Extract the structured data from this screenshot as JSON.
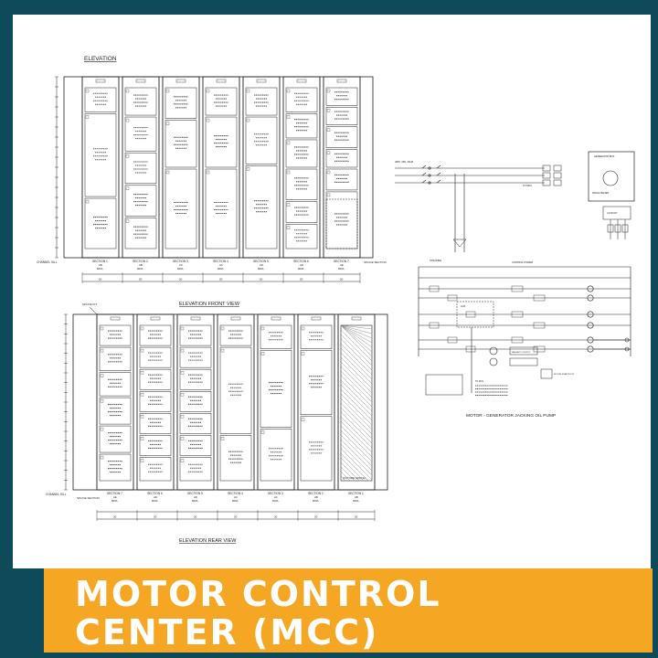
{
  "colors": {
    "frame": "#0d4a5a",
    "banner": "#f5a623",
    "banner_text": "#ffffff",
    "line": "#222222"
  },
  "banner": {
    "line1": "MOTOR CONTROL",
    "line2": "CENTER (MCC)"
  },
  "elevation_front": {
    "heading": "ELEVATION",
    "caption": "ELEVATION FRONT VIEW",
    "channel_sill": "CHANNEL SILL",
    "splice_label": "SPLICE SECTION",
    "sections": [
      {
        "label": "SECTION 1",
        "sub1": "AB",
        "sub2": "600A"
      },
      {
        "label": "SECTION 2",
        "sub1": "AB",
        "sub2": "600A"
      },
      {
        "label": "SECTION 3",
        "sub1": "AC",
        "sub2": "600A"
      },
      {
        "label": "SECTION 4",
        "sub1": "AC",
        "sub2": "600A"
      },
      {
        "label": "SECTION 5",
        "sub1": "AD",
        "sub2": "600A"
      },
      {
        "label": "SECTION 6",
        "sub1": "AD",
        "sub2": "600A"
      },
      {
        "label": "SECTION 7",
        "sub1": "AE",
        "sub2": "600A"
      }
    ],
    "dims": [
      "20",
      "20",
      "20",
      "20",
      "20",
      "20",
      "20"
    ]
  },
  "elevation_rear": {
    "caption": "ELEVATION REAR VIEW",
    "channel_sill": "CHANNEL SILL",
    "splice_label": "SPLICE SECTION",
    "top_note": "SPLICE KIT",
    "sections": [
      {
        "label": "SECTION 7",
        "sub1": "AE",
        "sub2": "600A"
      },
      {
        "label": "SECTION 6",
        "sub1": "AD",
        "sub2": "600A"
      },
      {
        "label": "SECTION 5",
        "sub1": "AD",
        "sub2": "600A"
      },
      {
        "label": "SECTION 4",
        "sub1": "AC",
        "sub2": "600A"
      },
      {
        "label": "SECTION 3",
        "sub1": "AC",
        "sub2": "600A"
      },
      {
        "label": "SECTION 2",
        "sub1": "AB",
        "sub2": "600A"
      },
      {
        "label": "SECTION 1",
        "sub1": "AB",
        "sub2": "600A"
      }
    ],
    "dims": [
      "20",
      "20",
      "20",
      "20",
      "20",
      "20",
      "20"
    ],
    "spare_note": "(FUTURE SPACE)"
  },
  "schematic": {
    "title": "MOTOR - GENERATOR JACKING OIL PUMP",
    "labels": {
      "power_in": "480V, 3PH, 60HZ",
      "generator_box": "GENERATOR BOX",
      "to_mcc": "TO MCC",
      "space_heater": "SPACE HEATER",
      "lockout": "LOCKOUT",
      "strainer": "STRAINER",
      "control": "CONTROL POWER",
      "aux": "AUX",
      "magnetic_supply": "MAGNETIC SUPPLY",
      "to_dcs": "TO DCS",
      "motor_start": "MOTOR START/STOP"
    }
  }
}
